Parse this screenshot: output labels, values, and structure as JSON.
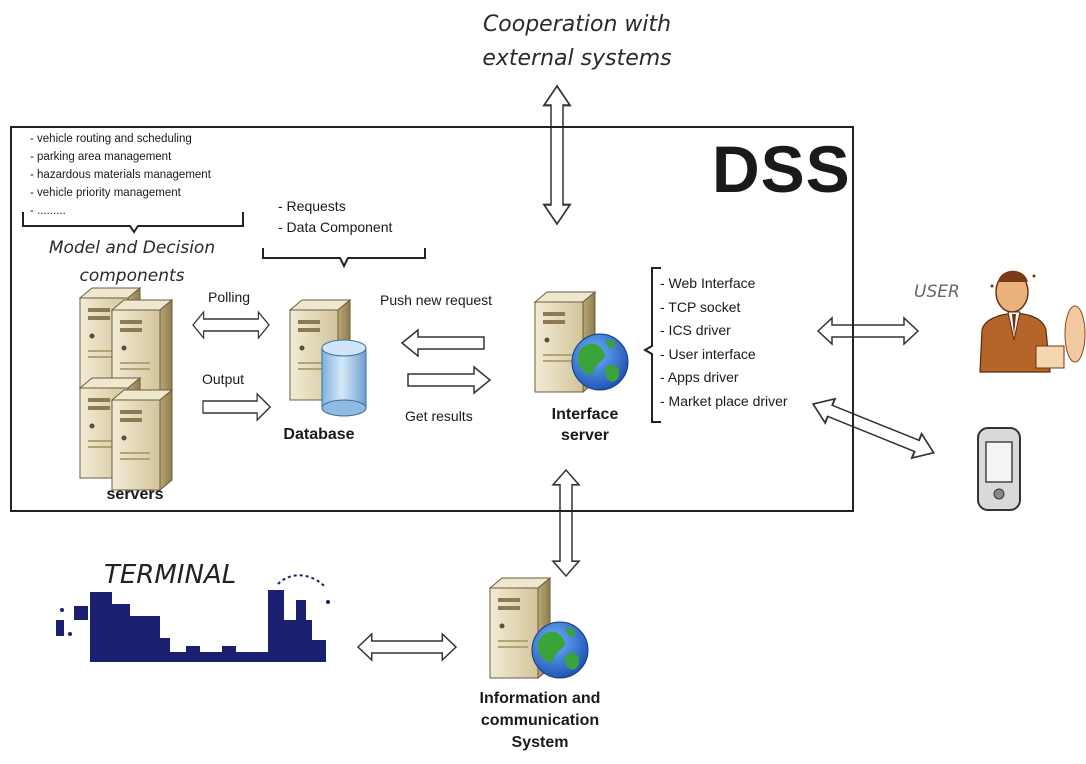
{
  "header": {
    "cooperation_line1": "Cooperation with",
    "cooperation_line2": "external systems"
  },
  "dss": {
    "title": "DSS"
  },
  "model_components": {
    "items": [
      "- vehicle routing and scheduling",
      "- parking area management",
      "- hazardous materials management",
      "- vehicle priority management",
      "- ........."
    ],
    "label_line1": "Model and Decision",
    "label_line2": "components"
  },
  "requests": {
    "items": [
      "- Requests",
      "- Data Component"
    ]
  },
  "flows": {
    "polling": "Polling",
    "output": "Output",
    "push_new_request": "Push new request",
    "get_results": "Get results"
  },
  "nodes": {
    "servers": "servers",
    "database": "Database",
    "interface_line1": "Interface",
    "interface_line2": "server",
    "ics_line1": "Information and",
    "ics_line2": "communication",
    "ics_line3": "System"
  },
  "interfaces": {
    "items": [
      "- Web Interface",
      "- TCP socket",
      "- ICS driver",
      "- User interface",
      "- Apps driver",
      "- Market place driver"
    ]
  },
  "user": {
    "label": "USER"
  },
  "terminal": {
    "label": "TERMINAL"
  },
  "colors": {
    "server_body": "#e4d9b8",
    "db_cylinder": "#9ec4e6",
    "globe_ocean": "#2a6fd6",
    "globe_land": "#3aa339",
    "terminal_blue": "#1a1f70",
    "user_skin": "#b5652a"
  },
  "icons": [
    "server-icon",
    "database-icon",
    "globe-icon",
    "user-icon",
    "mobile-device-icon",
    "terminal-skyline-icon"
  ]
}
